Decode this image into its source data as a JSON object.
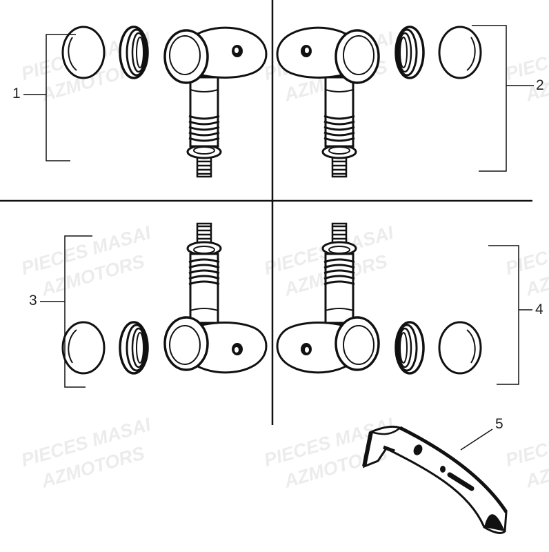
{
  "callouts": [
    "1",
    "2",
    "3",
    "4",
    "5"
  ],
  "watermark": {
    "line1": "PIECES MASAI",
    "line2": "AZMOTORS"
  },
  "colors": {
    "line": "#111111",
    "fill": "#ffffff",
    "watermark": "#ececec"
  }
}
